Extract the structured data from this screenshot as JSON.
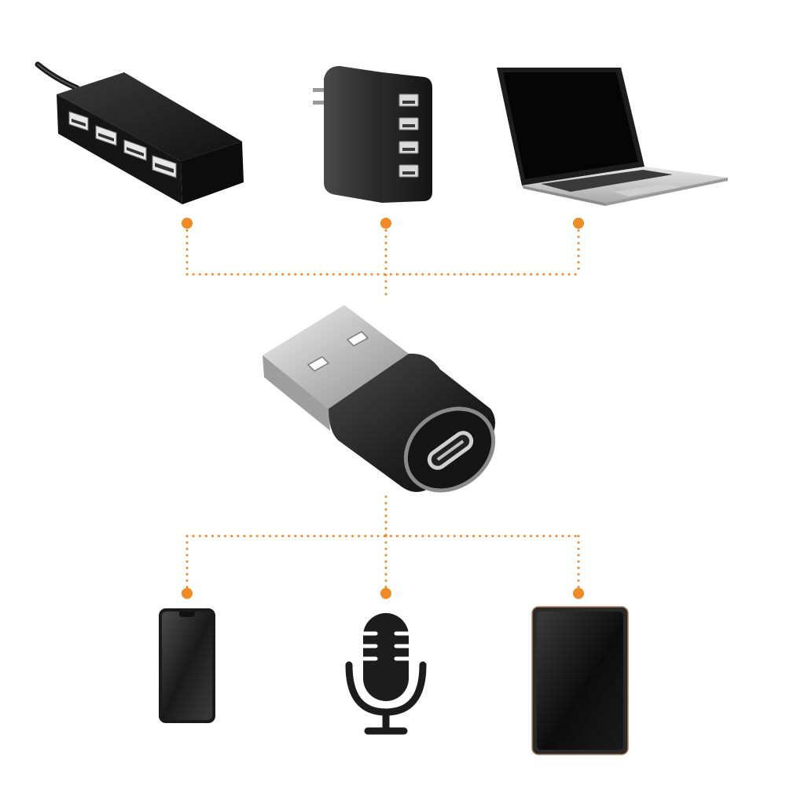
{
  "colors": {
    "connector": "#f08a24",
    "background": "#ffffff",
    "device_body": "#1c1c1c",
    "metal": "#c9c9c9"
  },
  "diagram": {
    "top_devices": [
      {
        "icon": "usb-hub-icon",
        "name": "usb-hub"
      },
      {
        "icon": "wall-charger-icon",
        "name": "wall-charger"
      },
      {
        "icon": "laptop-icon",
        "name": "laptop"
      }
    ],
    "center_device": {
      "icon": "usb-a-to-usb-c-adapter-icon",
      "name": "usb-adapter"
    },
    "bottom_devices": [
      {
        "icon": "smartphone-icon",
        "name": "smartphone"
      },
      {
        "icon": "microphone-icon",
        "name": "microphone"
      },
      {
        "icon": "tablet-icon",
        "name": "tablet"
      }
    ]
  }
}
